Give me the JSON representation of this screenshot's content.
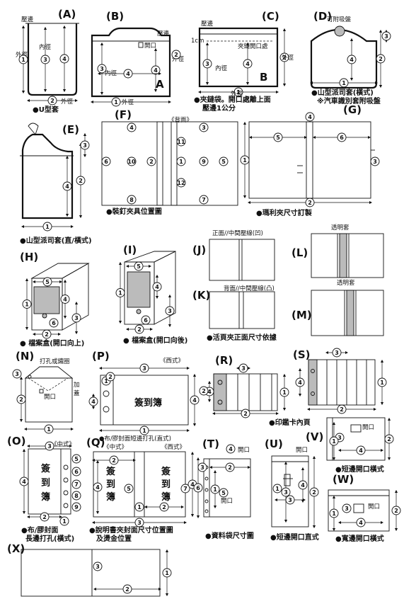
{
  "panels": {
    "A": {
      "letter": "(A)",
      "caption": "●U型套",
      "edge": "壓邊",
      "inner_dia": "內徑",
      "outer_dia": "外徑",
      "outer_dia_bottom": "外徑"
    },
    "B": {
      "letter": "(B)",
      "caption": "",
      "edge": "壓邊",
      "opening": "開口",
      "outer_dia": "外徑",
      "inner_dia": "內徑",
      "mark": "A",
      "outer_dia_bottom": "外徑"
    },
    "C": {
      "letter": "(C)",
      "edge": "壓邊",
      "unit": "1cm",
      "zip_label": "夾鏈開口處",
      "inner_dia": "內徑",
      "outer_dia": "外徑",
      "mark": "B",
      "outer_dia_bottom": "外徑",
      "caption_line1": "●夾鏈袋。開口處離上面",
      "caption_line2": "壓邊1公分"
    },
    "D": {
      "letter": "(D)",
      "suction": "可附吸盤",
      "caption_line1": "●山型派司套(橫式)",
      "caption_line2": "※汽車識別套附吸盤"
    },
    "E": {
      "letter": "(E)",
      "caption": "●山型派司套(直/橫式)"
    },
    "F": {
      "letter": "(F)",
      "back": "《背面》",
      "caption": "●裝釘夾具位置圖"
    },
    "G": {
      "letter": "(G)",
      "caption": "●瑪利夾尺寸訂製"
    },
    "H": {
      "letter": "(H)",
      "caption": "● 檔案盒(開口向上)"
    },
    "I": {
      "letter": "(I)",
      "caption": "● 檔案盒(開口向後)"
    },
    "J": {
      "letter": "(J)",
      "top_label": "正面//中間壓線(凹)"
    },
    "K": {
      "letter": "(K)",
      "top_label": "背面//中間壓線(凸)",
      "caption": "●活頁夾正面尺寸依據"
    },
    "L": {
      "letter": "(L)",
      "top_label": "透明套"
    },
    "M": {
      "letter": "(M)",
      "top_label": "透明套"
    },
    "N": {
      "letter": "(N)",
      "punch": "打孔或鐵圈",
      "flap1": "加",
      "flap2": "蓋",
      "opening": "開口"
    },
    "P": {
      "letter": "(P)",
      "style": "《西式》",
      "title": "簽到簿",
      "caption": "●布/膠封面短邊打孔(直式)"
    },
    "R": {
      "letter": "(R)"
    },
    "S": {
      "letter": "(S)",
      "caption": "●印鑑卡內頁"
    },
    "O": {
      "letter": "(O)",
      "style": "《中式》",
      "title": [
        "簽",
        "到",
        "簿"
      ],
      "caption_line1": "●布/膠封面",
      "caption_line2": "長邊打孔(橫式)"
    },
    "Q": {
      "letter": "(Q)",
      "style_cn": "《中式》",
      "style_west": "《西式》",
      "title": [
        "簽",
        "到",
        "簿"
      ],
      "caption_line1": "●說明書夾封面尺寸位置圖",
      "caption_line2": "及燙金位置"
    },
    "T": {
      "letter": "(T)",
      "opening_top": "開口",
      "opening": "開口",
      "caption": "●資料袋尺寸圖"
    },
    "U": {
      "letter": "(U)",
      "opening": "開口",
      "caption": "●短邊開口直式"
    },
    "V": {
      "letter": "(V)",
      "opening": "開口",
      "caption": "●短邊開口橫式"
    },
    "W": {
      "letter": "(W)",
      "opening": "開口",
      "caption": "●寬邊開口橫式"
    },
    "X": {
      "letter": "(X)"
    }
  },
  "numbers": [
    "①",
    "②",
    "③",
    "④",
    "⑤",
    "⑥",
    "⑦",
    "⑧",
    "⑨",
    "⑩",
    "⑪",
    "⑫"
  ]
}
